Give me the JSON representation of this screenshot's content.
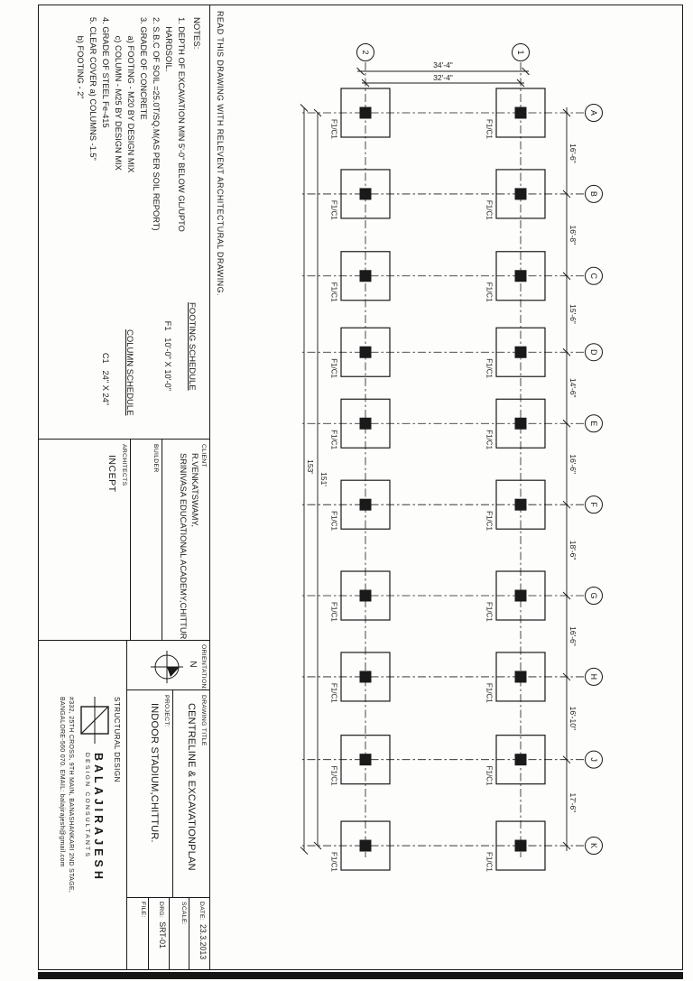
{
  "read_note": "READ THIS DRAWING WITH RELEVENT ARCHITECTURAL DRAWING.",
  "notes_panel": {
    "title": "NOTES:",
    "lines": [
      "1. DEPTH OF EXCAVATION MIN 5'-0\" BELOW GL/UPTO",
      "    HARDSOIL.",
      "2. S.B.C OF SOIL =25.0T/SQ.M(AS PER SOIL REPORT)",
      "3. GRADE OF CONCRETE",
      "        a) FOOTING - M20 BY DESIGN MIX",
      "        c) COLUMN - M25 BY DESIGN MIX",
      "4. GRADE OF STEEL Fe-415",
      "5. CLEAR COVER a) COLUMNS -1.5\"",
      "        b) FOOTING - 2\""
    ]
  },
  "schedules": {
    "footing": {
      "title": "FOOTING SCHEDULE",
      "mark": "F1",
      "size": "10'-0\" X 10'-0\""
    },
    "column": {
      "title": "COLUMN SCHEDULE",
      "mark": "C1",
      "size": "24\" X 24\""
    }
  },
  "client": {
    "label": "CLIENT",
    "lines": [
      "R.VENKATSWAMY,",
      "SRINIVASA EDUCATIONAL ACADEMY,CHITTUR."
    ]
  },
  "builder": {
    "label": "BUILDER",
    "value": ""
  },
  "architects": {
    "label": "ARCHITECTS",
    "value": "INCEPT"
  },
  "orientation": {
    "label": "ORIENTATION:",
    "north": "N"
  },
  "drawing_title": {
    "label": "DRAWING TITLE",
    "value": "CENTRELINE & EXCAVATIONPLAN"
  },
  "project": {
    "label": "PROJECT:",
    "value": "INDOOR STADIUM,CHITTUR."
  },
  "title_block": {
    "date_label": "DATE:",
    "date": "23.3.2013",
    "scale_label": "SCALE:",
    "scale": "",
    "drg_label": "DRG:",
    "drg": "SRT-01",
    "file_label": "FILE:",
    "file": ""
  },
  "consultant": {
    "section": "STRUCTURAL DESIGN",
    "name": "BALAJIRAJESH",
    "subtitle": "DESIGN CONSULTANTS",
    "address1": "#332, 25TH CROSS, 9TH MAIN, BANASHANKARI 2ND STAGE,",
    "address2": "BANGALORE-560 070. EMAIL: balajirajesh@gmail.com"
  },
  "plan": {
    "grid_columns": [
      "A",
      "B",
      "C",
      "D",
      "E",
      "F",
      "G",
      "H",
      "J",
      "K"
    ],
    "column_spacings": [
      "16'-6\"",
      "16'-8\"",
      "15'-6\"",
      "14'-6\"",
      "16'-6\"",
      "18'-6\"",
      "16'-6\"",
      "16'-10\"",
      "17'-6\""
    ],
    "grid_rows": [
      "1",
      "2"
    ],
    "row_spacing_outer": "34'-4\"",
    "row_spacing_inner": "32'-4\"",
    "overall_outer": "153'",
    "overall_inner": "151'",
    "footing_label": "F1/C1",
    "line_color": "#1a1a1a"
  }
}
